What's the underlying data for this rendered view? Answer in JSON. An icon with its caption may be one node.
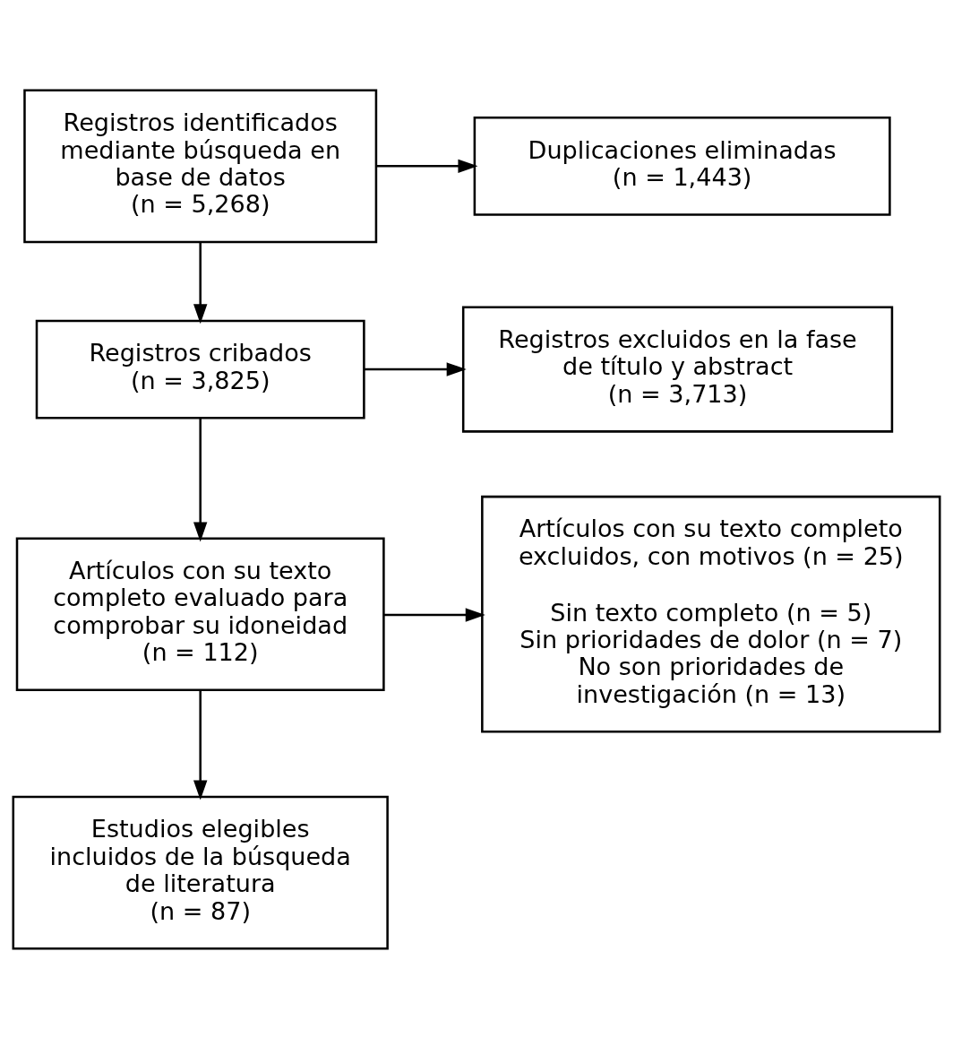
{
  "diagram": {
    "nodes": [
      {
        "text": [
          "Registros identificados mediante búsqueda en base de datos",
          "(n = 5,268)"
        ]
      },
      {
        "text": [
          "Duplicaciones eliminadas",
          "(n = 1,443)"
        ]
      },
      {
        "text": [
          "Registros cribados",
          "(n = 3,825)"
        ]
      },
      {
        "text": [
          "Registros excluidos en la fase de título y abstract",
          "(n = 3,713)"
        ]
      },
      {
        "text": [
          "Artículos con su texto completo evaluado para comprobar su idoneidad",
          "(n = 112)"
        ]
      },
      {
        "text": [
          "Artículos con su texto completo excluidos, con motivos (n = 25)",
          "Sin texto completo (n = 5)",
          "Sin prioridades de dolor (n = 7)",
          "No son prioridades de investigación (n = 13)"
        ]
      },
      {
        "text": [
          "Estudios elegibles incluidos de la búsqueda de literatura",
          "(n = 87)"
        ]
      }
    ],
    "edges": [
      {
        "from": 0,
        "to": 1,
        "arrow": "to"
      },
      {
        "from": 0,
        "to": 2,
        "arrow": "to"
      },
      {
        "from": 2,
        "to": 3,
        "arrow": "to"
      },
      {
        "from": 2,
        "to": 4,
        "arrow": "to"
      },
      {
        "from": 4,
        "to": 5,
        "arrow": "to"
      },
      {
        "from": 4,
        "to": 6,
        "arrow": "to"
      }
    ]
  }
}
